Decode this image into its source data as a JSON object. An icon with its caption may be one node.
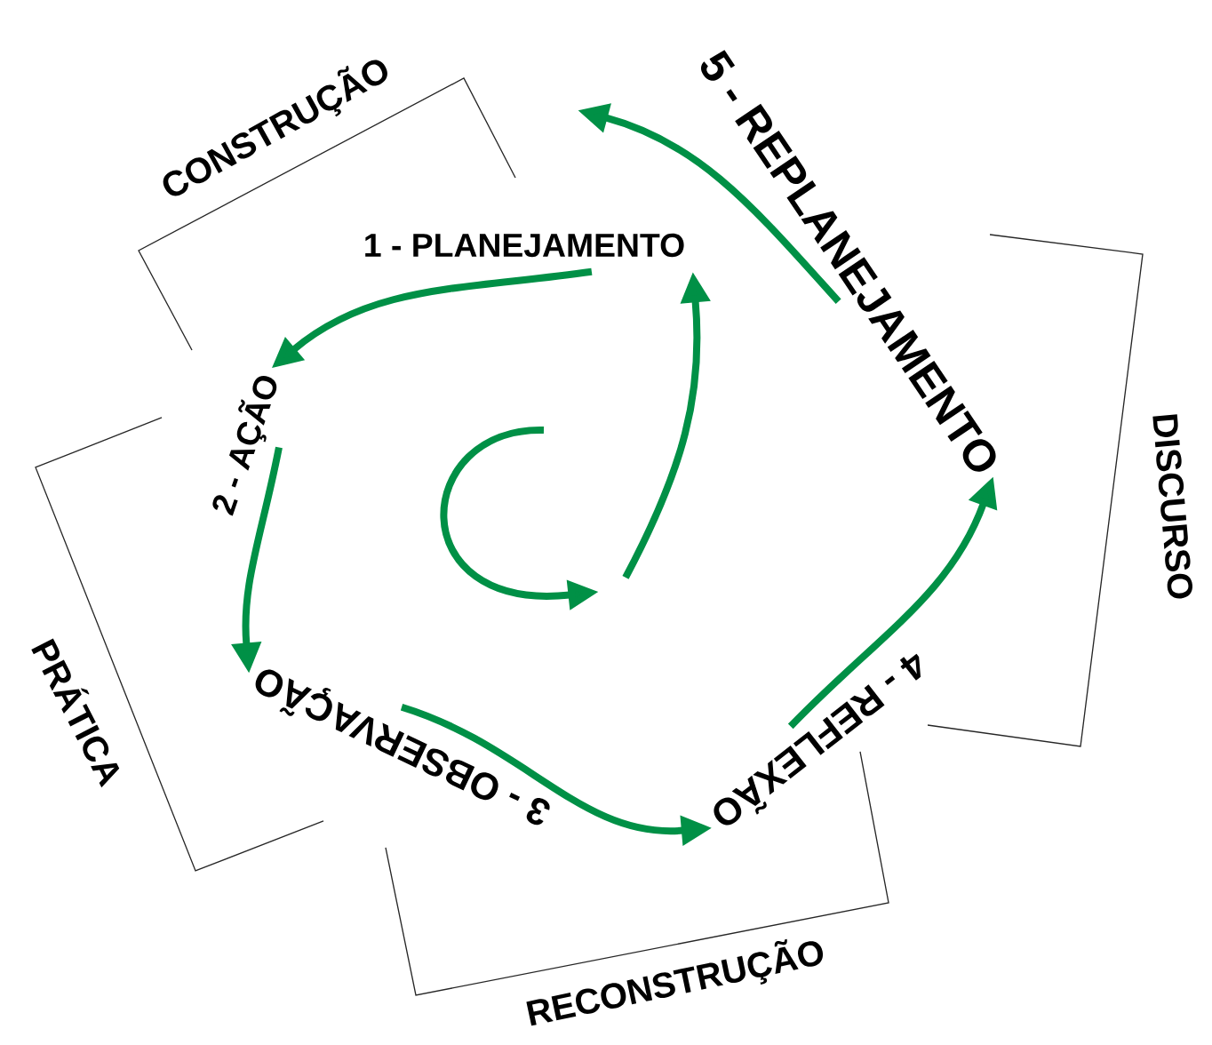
{
  "diagram": {
    "nodes": [
      {
        "text": [
          "1 - PLANEJAMENTO"
        ]
      },
      {
        "text": [
          "2 - AÇÃO"
        ]
      },
      {
        "text": [
          "3 - OBSERVAÇÃO"
        ]
      },
      {
        "text": [
          "4 - REFLEXÃO"
        ]
      },
      {
        "text": [
          "5 - REPLANEJAMENTO"
        ]
      }
    ],
    "edges": [
      {
        "from": null,
        "to": 0,
        "arrow": "to"
      },
      {
        "from": 0,
        "to": 1,
        "arrow": "to"
      },
      {
        "from": 1,
        "to": 2,
        "arrow": "to"
      },
      {
        "from": 2,
        "to": 3,
        "arrow": "to"
      },
      {
        "from": 3,
        "to": 4,
        "arrow": "to"
      },
      {
        "from": 4,
        "to": null,
        "arrow": "to"
      }
    ],
    "labels": [
      "CONSTRUÇÃO",
      "DISCURSO",
      "PRÁTICA",
      "RECONSTRUÇÃO"
    ]
  }
}
